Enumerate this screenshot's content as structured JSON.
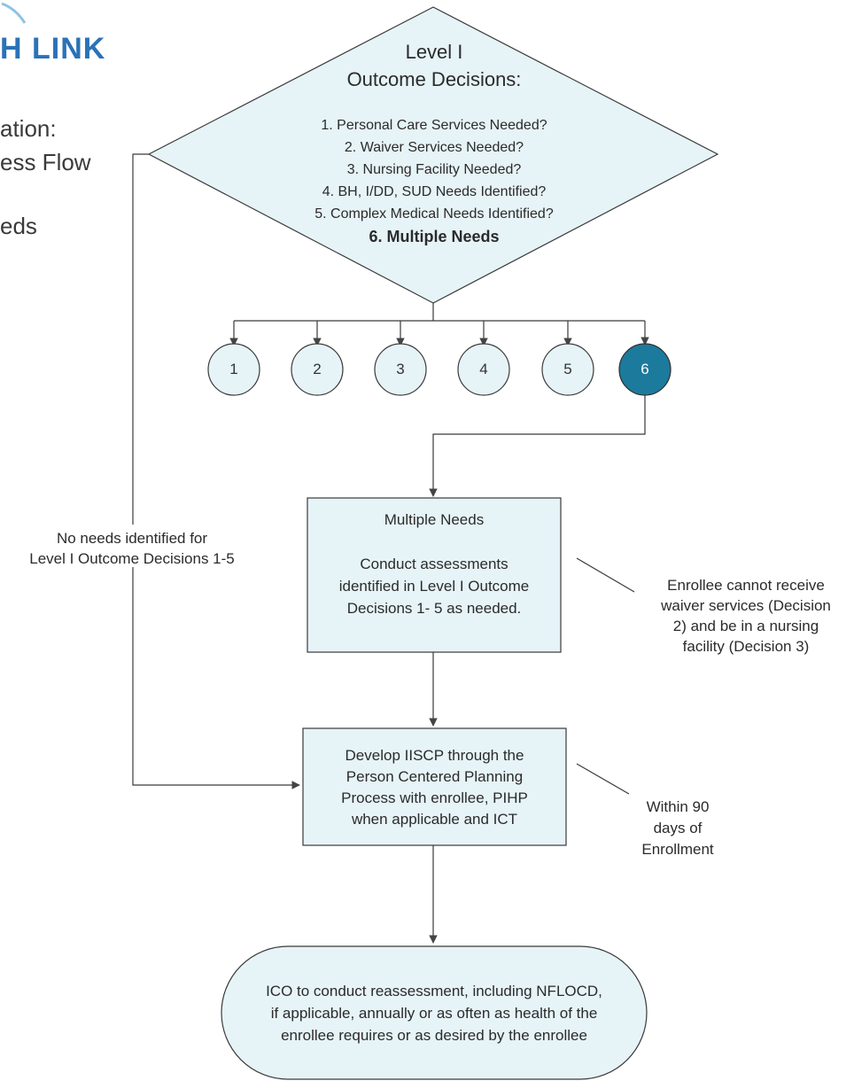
{
  "header": {
    "logo_text": "H LINK",
    "title_lines": [
      "ation:",
      "ess Flow",
      "eds"
    ]
  },
  "decision": {
    "title_line1": "Level I",
    "title_line2": "Outcome Decisions:",
    "items": [
      "1. Personal Care Services Needed?",
      "2. Waiver Services Needed?",
      "3. Nursing Facility Needed?",
      "4. BH, I/DD, SUD Needs Identified?",
      "5. Complex Medical Needs Identified?",
      "6. Multiple Needs"
    ]
  },
  "outcomes": [
    {
      "label": "1"
    },
    {
      "label": "2"
    },
    {
      "label": "3"
    },
    {
      "label": "4"
    },
    {
      "label": "5"
    },
    {
      "label": "6"
    }
  ],
  "multiple_needs_box": {
    "title": "Multiple Needs",
    "lines": [
      "Conduct assessments",
      "identified in Level I Outcome",
      "Decisions 1- 5 as needed."
    ]
  },
  "enrollee_note": {
    "lines": [
      "Enrollee cannot receive",
      "waiver services (Decision",
      "2) and be in a nursing",
      "facility (Decision 3)"
    ]
  },
  "no_needs_note": {
    "lines": [
      "No needs identified for",
      "Level I Outcome Decisions 1-5"
    ]
  },
  "iiscp_box": {
    "lines": [
      "Develop IISCP through the",
      "Person Centered Planning",
      "Process with enrollee, PIHP",
      "when applicable and ICT"
    ]
  },
  "timing_note": {
    "lines": [
      "Within 90",
      "days of",
      "Enrollment"
    ]
  },
  "reassessment": {
    "lines": [
      "ICO to conduct reassessment, including NFLOCD,",
      "if applicable,  annually or as often as health of the",
      "enrollee requires or as desired by the enrollee"
    ]
  },
  "colors": {
    "shape_fill": "#e6f3f7",
    "highlight_circle": "#1c7a9c",
    "logo": "#2a72b8"
  }
}
